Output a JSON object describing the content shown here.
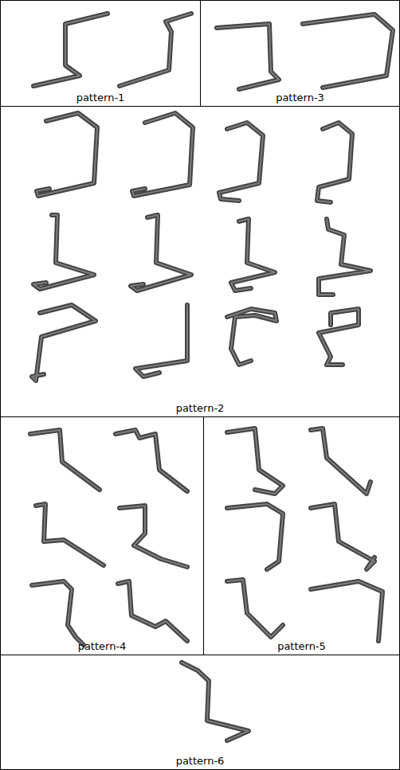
{
  "diagram": {
    "nodes": [
      {
        "text": [
          "pattern-1"
        ]
      },
      {
        "text": [
          "pattern-3"
        ]
      },
      {
        "text": [
          "pattern-2"
        ]
      },
      {
        "text": [
          "pattern-4"
        ]
      },
      {
        "text": [
          "pattern-5"
        ]
      },
      {
        "text": [
          "pattern-6"
        ]
      }
    ]
  }
}
